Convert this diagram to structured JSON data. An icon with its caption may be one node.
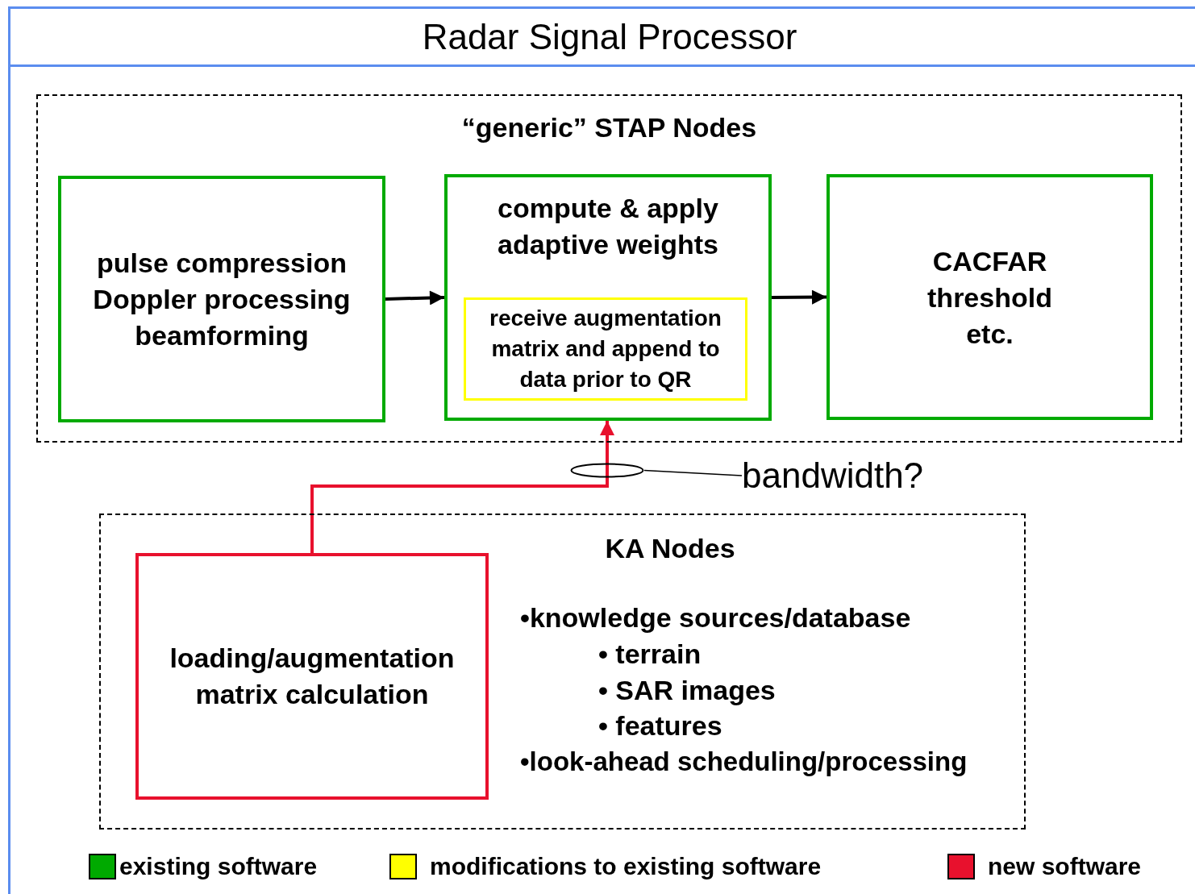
{
  "diagram": {
    "nodes": [
      {
        "text": [
          "Radar Signal Processor"
        ]
      },
      {
        "text": [
          "“generic” STAP Nodes"
        ],
        "in": 0
      },
      {
        "text": [
          "pulse compression Doppler processing beamforming"
        ],
        "in": 1
      },
      {
        "text": [
          "compute & apply adaptive weights"
        ],
        "in": 1
      },
      {
        "text": [
          "receive augmentation matrix and append to data prior to QR"
        ],
        "in": 3
      },
      {
        "text": [
          "CACFAR threshold etc."
        ],
        "in": 1
      },
      {
        "text": [
          "KA Nodes",
          "•knowledge sources/database",
          "• terrain",
          "• SAR images",
          "• features",
          "•look-ahead scheduling/processing"
        ],
        "in": 0
      },
      {
        "text": [
          "loading/augmentation matrix calculation"
        ],
        "in": 6
      },
      {
        "text": [
          "bandwidth?"
        ],
        "in": 0
      },
      {
        "text": [],
        "shape": "ellipse",
        "in": 0
      }
    ],
    "edges": [
      {
        "from": 2,
        "to": 3,
        "arrow": "to"
      },
      {
        "from": 3,
        "to": 5,
        "arrow": "to"
      },
      {
        "from": 7,
        "to": 3,
        "arrow": "to",
        "color": "#e8112d"
      },
      {
        "from": 8,
        "to": 9,
        "arrow": "none"
      }
    ],
    "legend": [
      {
        "text": "existing software",
        "color": "#00aa00"
      },
      {
        "text": "modifications to existing software",
        "color": "#ffff00"
      },
      {
        "text": "new software",
        "color": "#e8112d"
      }
    ]
  }
}
